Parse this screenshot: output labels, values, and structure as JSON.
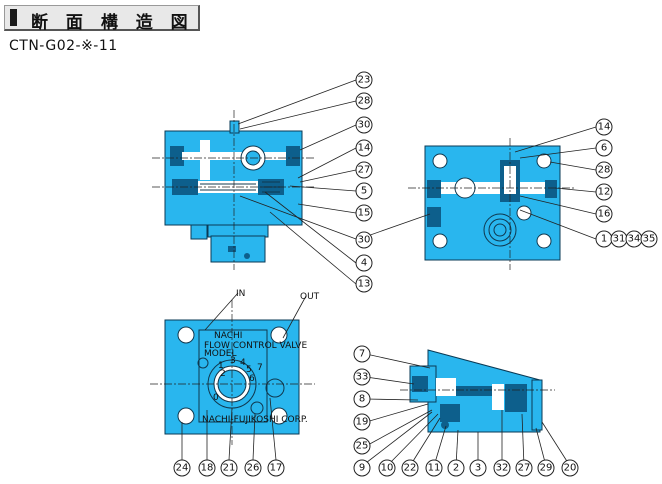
{
  "header": {
    "title": "断 面 構 造 図"
  },
  "model": "CTN-G02-※-11",
  "ports": {
    "in": "IN",
    "out": "OUT"
  },
  "plate": {
    "line1": "NACHI",
    "line2": "FLOW CONTROL VALVE",
    "line3": "MODEL",
    "line4": "NACHI-FUJIKOSHI CORP."
  },
  "dial": {
    "n1": "1",
    "n2": "2",
    "n3": "3",
    "n4": "4",
    "n5": "5",
    "n6": "6",
    "n7": "7",
    "n0": "0"
  },
  "callouts": {
    "c23": "23",
    "c28a": "28",
    "c30a": "30",
    "c14a": "14",
    "c27a": "27",
    "c5": "5",
    "c15": "15",
    "c30b": "30",
    "c4": "4",
    "c13": "13",
    "c14b": "14",
    "c6": "6",
    "c28b": "28",
    "c12": "12",
    "c16": "16",
    "c1": "1",
    "c31": "31",
    "c34": "34",
    "c35": "35",
    "c24": "24",
    "c18": "18",
    "c21": "21",
    "c26": "26",
    "c17": "17",
    "c7": "7",
    "c33": "33",
    "c8": "8",
    "c19": "19",
    "c25": "25",
    "c9": "9",
    "c10": "10",
    "c22": "22",
    "c11": "11",
    "c2": "2",
    "c3": "3",
    "c32": "32",
    "c27b": "27",
    "c29": "29",
    "c20": "20"
  }
}
